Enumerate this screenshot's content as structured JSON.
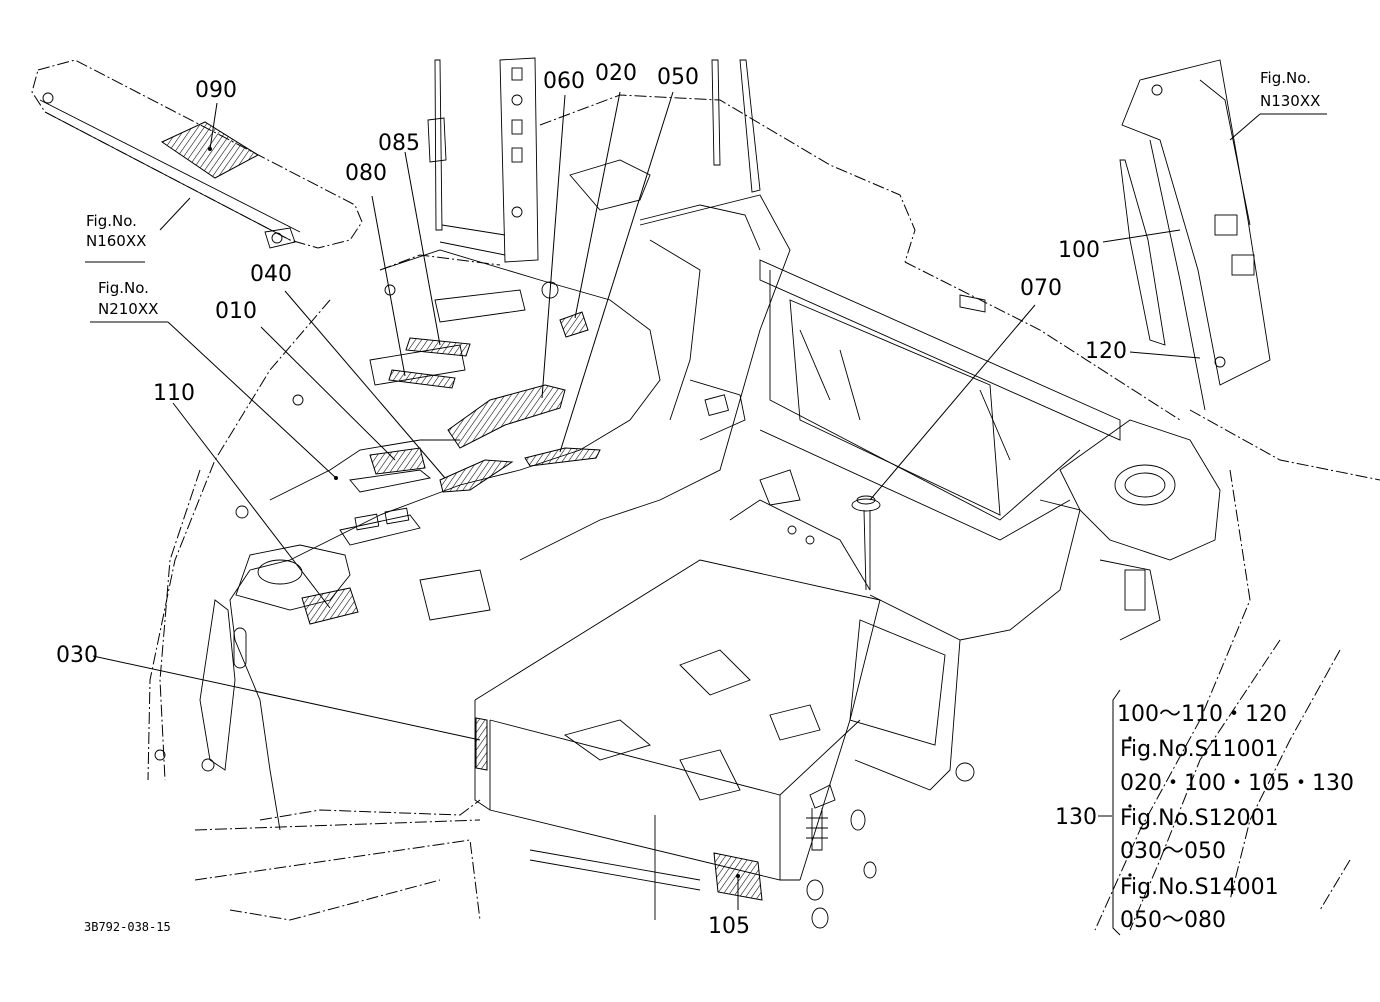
{
  "labels": {
    "l010": "010",
    "l020": "020",
    "l030": "030",
    "l040": "040",
    "l050": "050",
    "l060": "060",
    "l070": "070",
    "l080": "080",
    "l085": "085",
    "l090": "090",
    "l100": "100",
    "l105": "105",
    "l110": "110",
    "l120": "120",
    "l130": "130"
  },
  "figrefs": {
    "n160_a": "Fig.No.",
    "n160_b": "N160XX",
    "n210_a": "Fig.No.",
    "n210_b": "N210XX",
    "n130_a": "Fig.No.",
    "n130_b": "N130XX"
  },
  "legend": {
    "line1": "100～110・120",
    "line2": "Fig.No.S11001",
    "line3": "020・100・105・130",
    "line4": "Fig.No.S12001",
    "line5": "030～050",
    "line6": "Fig.No.S14001",
    "line7": "050～080"
  },
  "drawing_number": "3B792-038-15"
}
